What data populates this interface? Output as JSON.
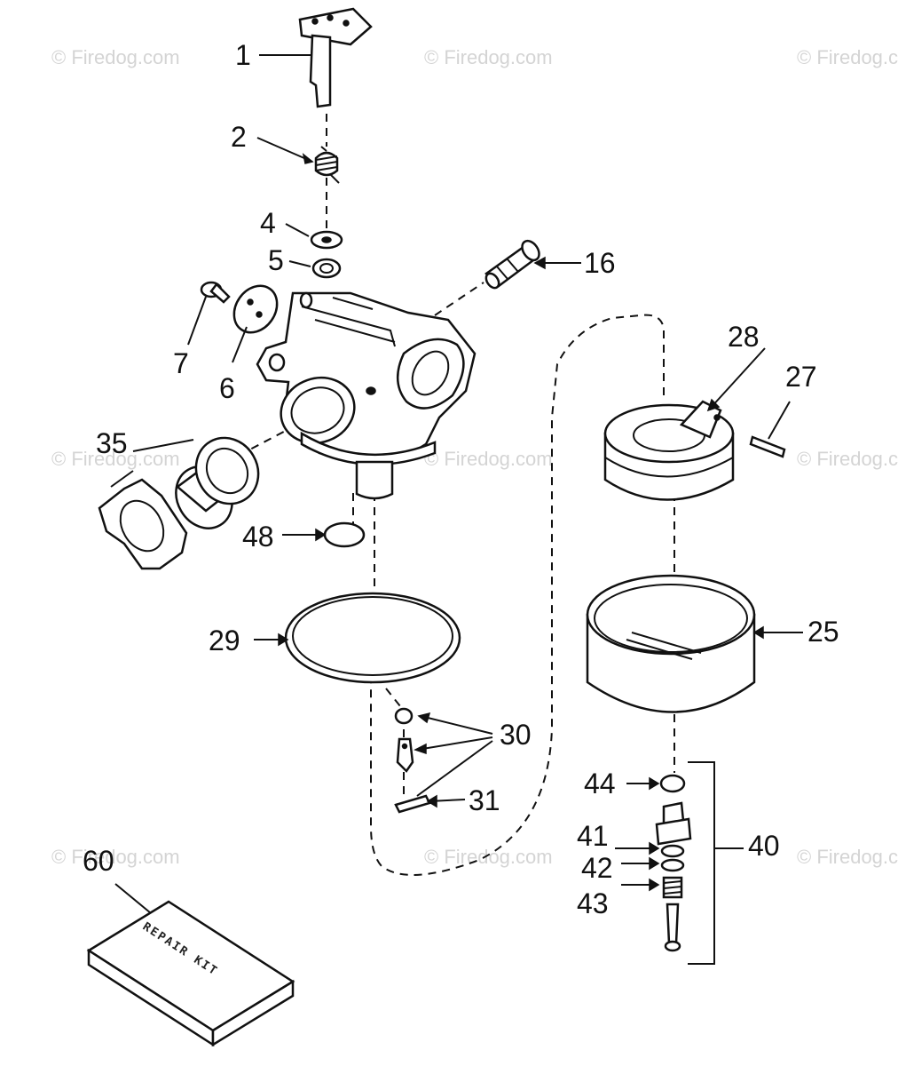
{
  "watermarks": [
    "© Firedog.com",
    "© Firedog.com",
    "© Firedog.com",
    "© Firedog.com",
    "© Firedog.com",
    "© Firedog.com",
    "© Firedog.com",
    "© Firedog.com",
    "© Firedog.com"
  ],
  "parts": {
    "p1": "1",
    "p2": "2",
    "p4": "4",
    "p5": "5",
    "p6": "6",
    "p7": "7",
    "p16": "16",
    "p25": "25",
    "p27": "27",
    "p28": "28",
    "p29": "29",
    "p30": "30",
    "p31": "31",
    "p35": "35",
    "p40": "40",
    "p41": "41",
    "p42": "42",
    "p43": "43",
    "p44": "44",
    "p48": "48",
    "p60": "60"
  },
  "repair_kit_label": "REPAIR KIT",
  "colors": {
    "line": "#111111",
    "watermark": "#d4d4d4",
    "background": "#ffffff"
  }
}
